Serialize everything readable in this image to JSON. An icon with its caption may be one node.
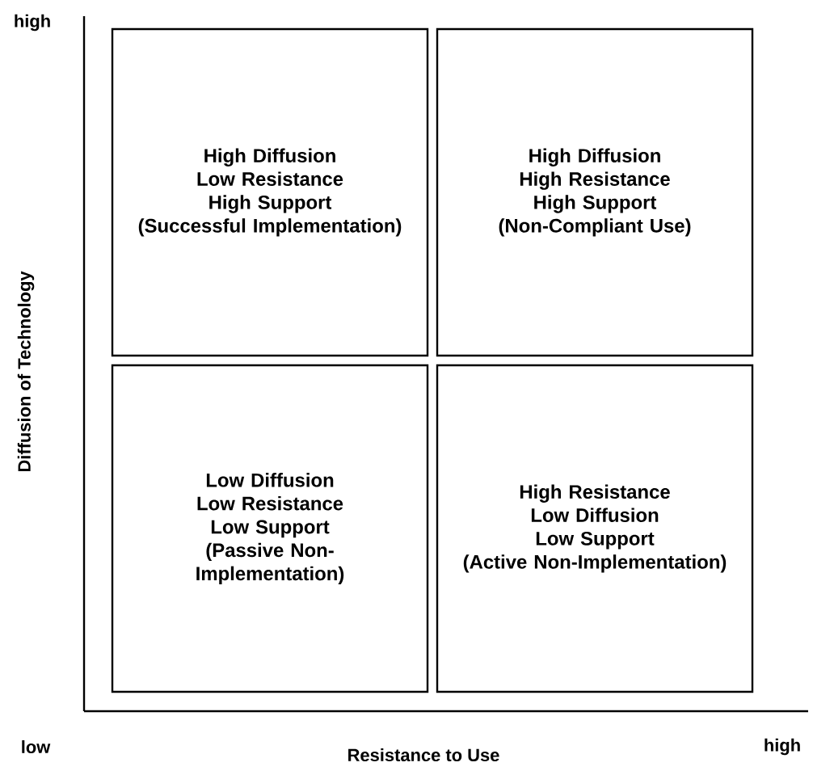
{
  "diagram": {
    "nodes": [
      {
        "text": [
          "High Diffusion",
          "Low Resistance",
          "High Support",
          "(Successful Implementation)"
        ]
      },
      {
        "text": [
          "High Diffusion",
          "High Resistance",
          "High Support",
          "(Non-Compliant Use)"
        ]
      },
      {
        "text": [
          "Low Diffusion",
          "Low Resistance",
          "Low Support",
          "(Passive Non-Implementation)"
        ]
      },
      {
        "text": [
          "High Resistance",
          "Low Diffusion",
          "Low Support",
          "(Active Non-Implementation)"
        ]
      }
    ],
    "labels": [
      "high",
      "Diffusion of Technology",
      "low",
      "Resistance to Use",
      "high"
    ]
  }
}
